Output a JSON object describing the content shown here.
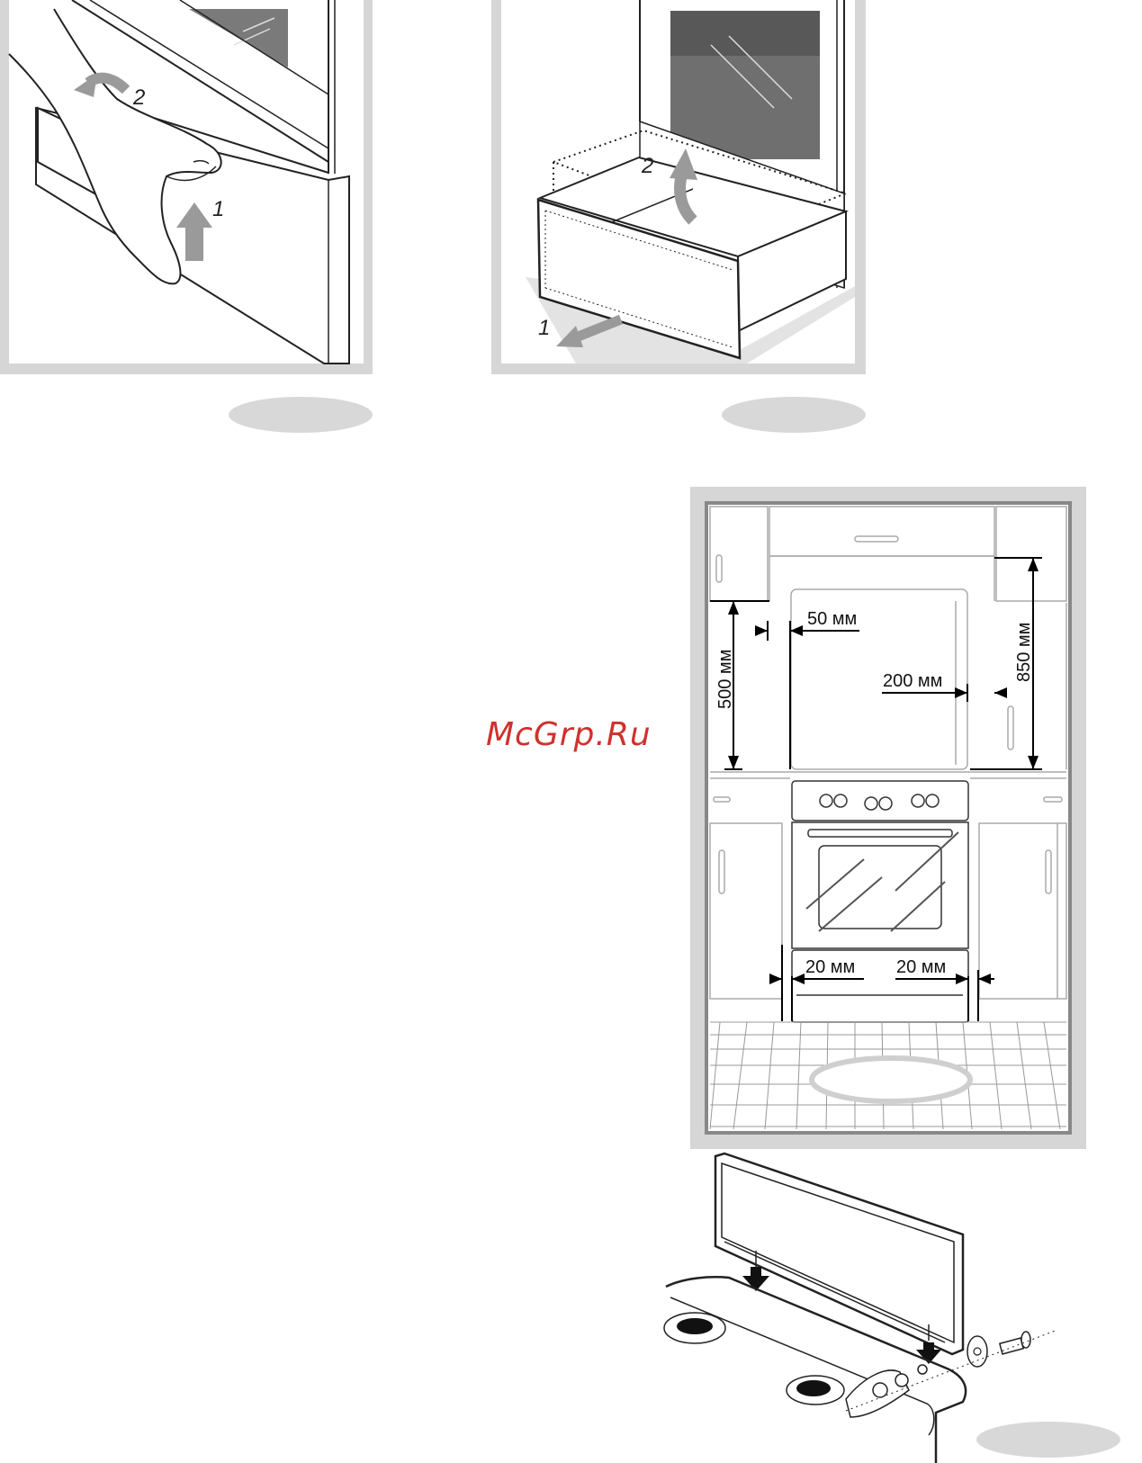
{
  "watermark": "McGrp.Ru",
  "panel_left": {
    "steps": [
      "1",
      "2"
    ]
  },
  "panel_right": {
    "steps": [
      "1",
      "2"
    ]
  },
  "clearance": {
    "side_gap": "50 мм",
    "lower_height": "500 мм",
    "upper_gap": "200 мм",
    "upper_height": "850 мм",
    "left_gap": "20 мм",
    "right_gap": "20 мм"
  },
  "colors": {
    "frame": "#d6d6d6",
    "arrow": "#9a9a9a",
    "label_ellipse": "#d8d8d8",
    "watermark": "#d0312d"
  }
}
